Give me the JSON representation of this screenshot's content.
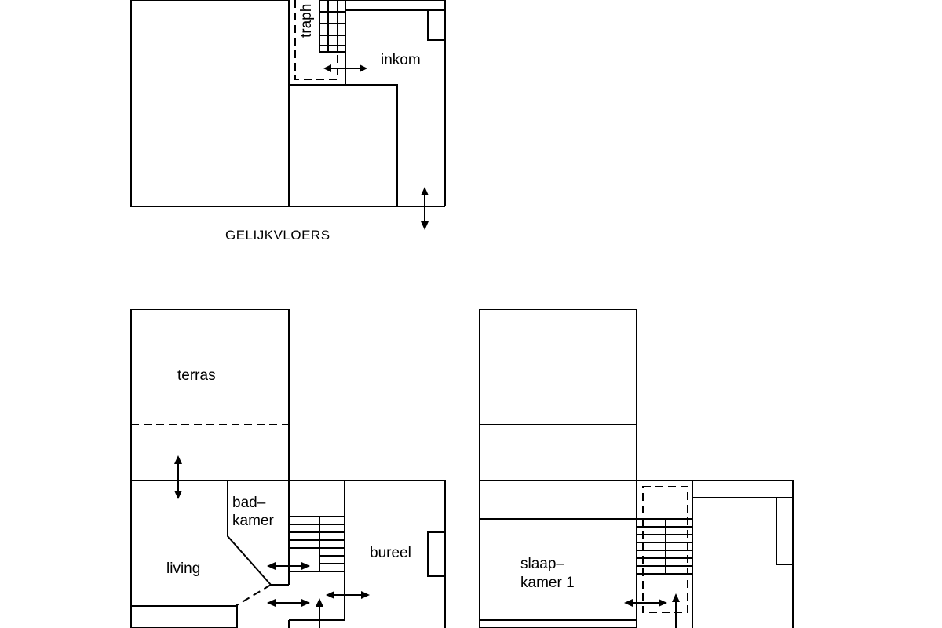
{
  "labels": {
    "trap": "traph",
    "inkom": "inkom",
    "ground_title": "GELIJKVLOERS",
    "terras": "terras",
    "bad_line1": "bad–",
    "bad_line2": "kamer",
    "living": "living",
    "bureel": "bureel",
    "slaap_line1": "slaap–",
    "slaap_line2": "kamer  1"
  }
}
